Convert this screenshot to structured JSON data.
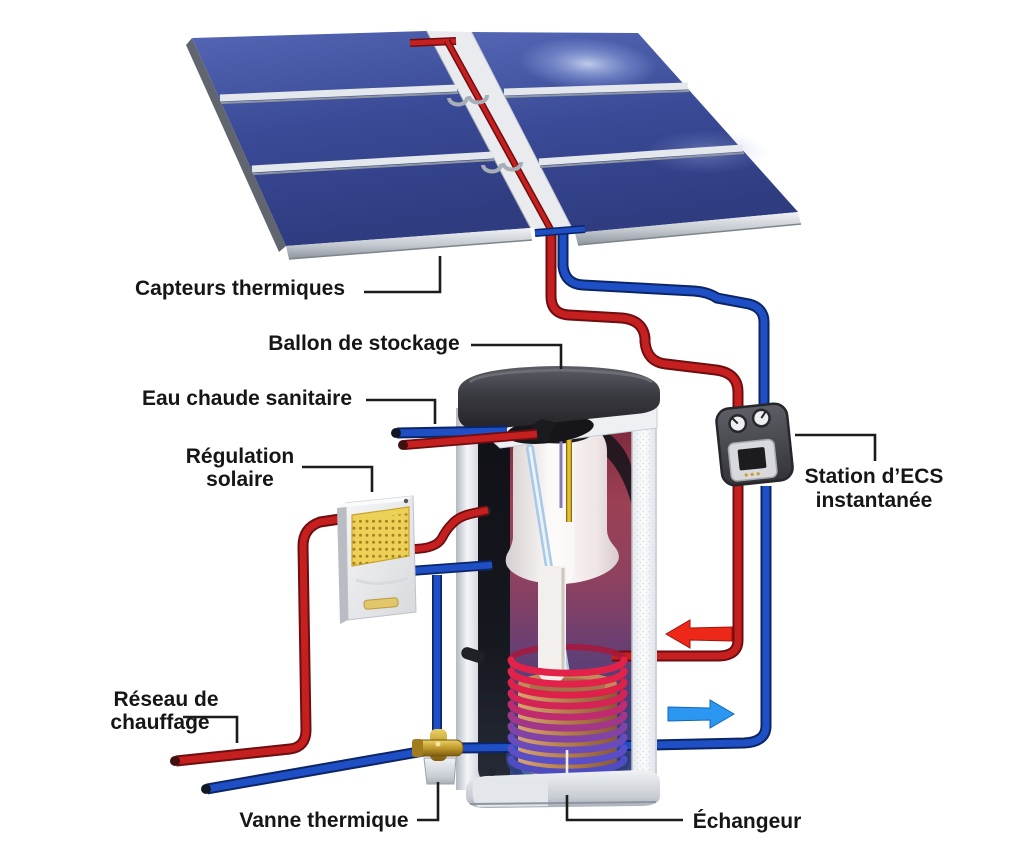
{
  "diagram": {
    "type": "solar-thermal-water-heating-schematic",
    "labels": {
      "capteurs": "Capteurs thermiques",
      "ballon": "Ballon de stockage",
      "eau_chaude": "Eau chaude sanitaire",
      "regulation_line1": "Régulation",
      "regulation_line2": "solaire",
      "station_line1": "Station d’ECS",
      "station_line2": "instantanée",
      "reseau_line1": "Réseau de",
      "reseau_line2": "chauffage",
      "vanne": "Vanne thermique",
      "echangeur": "Échangeur"
    },
    "icons": {
      "hot_flow_arrow": "arrow-left",
      "cold_flow_arrow": "arrow-right"
    },
    "colors": {
      "hot_pipe": "#c61f1f",
      "cold_pipe": "#1e4fc4",
      "hot_arrow": "#ee2818",
      "cold_arrow": "#2b97f0",
      "panel_blue": "#3b4d9e",
      "coil_red": "#e3224a",
      "coil_violet": "#5a4ec6",
      "brass_valve": "#c8a030",
      "regulator_gold": "#ecd058",
      "tank_interior_hot": "#9c4054",
      "tank_interior_cold": "#344a8e"
    }
  }
}
